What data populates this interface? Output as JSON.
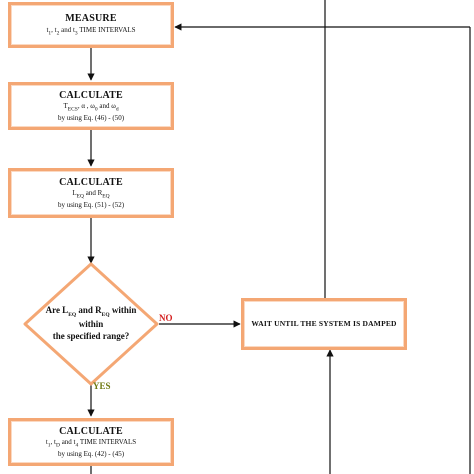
{
  "nodes": {
    "measure": {
      "title": "MEASURE",
      "line1_parts": [
        "t",
        "1",
        ", t",
        "2",
        " and t",
        "3",
        " TIME INTERVALS"
      ]
    },
    "calc1": {
      "title": "CALCULATE",
      "line1_parts": [
        "T",
        "ECS",
        ", α , ω",
        "0",
        " and ω",
        "d"
      ],
      "line2": "by using Eq. (46) - (50)"
    },
    "calc2": {
      "title": "CALCULATE",
      "line1_parts": [
        "L",
        "EQ",
        " and R",
        "EQ"
      ],
      "line2": "by using Eq. (51) - (52)"
    },
    "decision": {
      "line1_parts": [
        "Are L",
        "EQ",
        " and R",
        "EQ",
        " within"
      ],
      "line2": "within",
      "line3": "the specified range?"
    },
    "wait": {
      "title": "WAIT UNTIL THE SYSTEM IS DAMPED"
    },
    "calc3": {
      "title": "CALCULATE",
      "line1_parts": [
        "t",
        "1",
        ", t",
        "D",
        " and t",
        "4",
        " TIME INTERVALS"
      ],
      "line2": "by using Eq. (42) - (45)"
    }
  },
  "edges": {
    "no_label": "NO",
    "yes_label": "YES"
  },
  "colors": {
    "box_border": "#f4a774",
    "no": "#d42020",
    "yes": "#6f7a13",
    "line": "#111111"
  }
}
